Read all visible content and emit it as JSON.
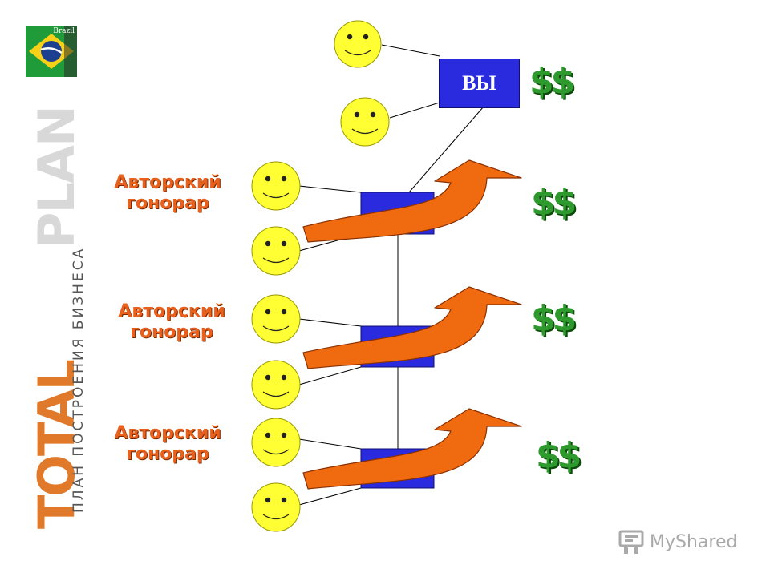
{
  "flag": {
    "label": "Brazil"
  },
  "brand": {
    "total": "TOTAL",
    "plan": "PLAN",
    "subtitle": "ПЛАН ПОСТРОЕНИЯ БИЗНЕСА"
  },
  "diagram": {
    "top_box_label": "ВЫ",
    "tiers": [
      {
        "label_line1": "Авторский",
        "label_line2": "гонорар"
      },
      {
        "label_line1": "Авторский",
        "label_line2": "гонорар"
      },
      {
        "label_line1": "Авторский",
        "label_line2": "гонорар"
      }
    ],
    "dollar_signs": [
      "$$",
      "$$",
      "$$",
      "$$"
    ]
  },
  "watermark": {
    "text": "MyShared"
  },
  "colors": {
    "box_blue": "#2a2adf",
    "arrow_orange": "#f06a10",
    "smiley_yellow": "#ffff33",
    "dollar_green": "#2e9a2e",
    "label_orange": "#e8601c"
  }
}
